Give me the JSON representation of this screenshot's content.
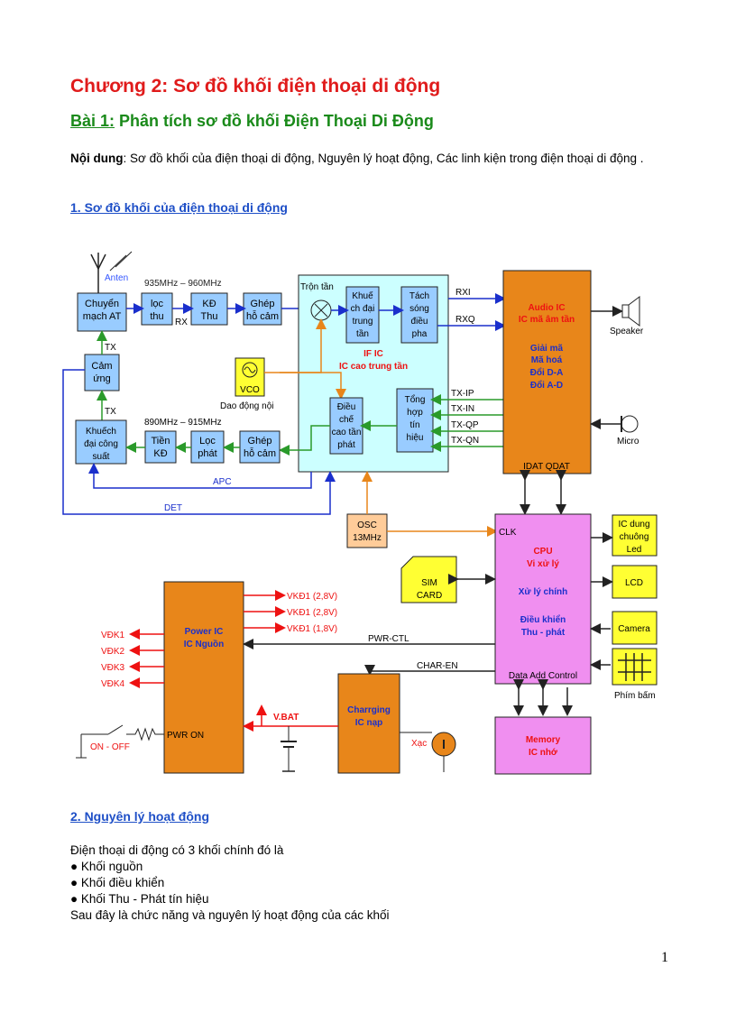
{
  "title": "Chương 2: Sơ đồ khối điện thoại di động",
  "lesson": {
    "prefix": "Bài 1:",
    "text": " Phân tích sơ đồ khối Điện Thoại  Di Động"
  },
  "intro": {
    "label": "Nội dung",
    "text": ": Sơ đồ khối của điện thoại di động, Nguyên lý hoạt động, Các linh kiện trong điện thoại di động ."
  },
  "section1": "1. Sơ đồ khối của điện thoại di động",
  "section2": "2. Nguyên lý hoạt động",
  "body": {
    "p1": "Điện thoại di động có 3 khối chính đó là",
    "bullets": [
      "● Khối nguồn",
      "● Khối điều khiển",
      "● Khối Thu - Phát tín hiệu"
    ],
    "p2": "Sau đây là chức năng và nguyên lý hoạt động của các khối"
  },
  "page_number": "1",
  "diagram": {
    "antenna": "Anten",
    "rx_freq": "935MHz – 960MHz",
    "tx_freq": "890MHz – 915MHz",
    "switch": [
      "Chuyển",
      "mạch AT"
    ],
    "rx_filter": [
      "lọc",
      "thu"
    ],
    "rx_amp": [
      "KĐ",
      "Thu"
    ],
    "rx_coupler": [
      "Ghép",
      "hỗ cảm"
    ],
    "rx": "RX",
    "mixer": "Trộn tần",
    "if_amp": [
      "Khuế",
      "ch đại",
      "trung",
      "tần"
    ],
    "demod": [
      "Tách",
      "sóng",
      "điều",
      "pha"
    ],
    "if_ic": [
      "IF IC",
      "IC cao trung tần"
    ],
    "vco": "VCO",
    "vco_label": "Dao động nội",
    "modulator": [
      "Điều",
      "chế",
      "cao tần",
      "phát"
    ],
    "synth": [
      "Tổng",
      "hợp",
      "tín",
      "hiệu"
    ],
    "sensor": [
      "Cảm",
      "ứng"
    ],
    "tx1": "TX",
    "tx2": "TX",
    "pa": [
      "Khuếch",
      "đại công",
      "suất"
    ],
    "tx_preamp": [
      "Tiền",
      "KĐ"
    ],
    "tx_filter": [
      "Lọc",
      "phát"
    ],
    "tx_coupler": [
      "Ghép",
      "hỗ cảm"
    ],
    "apc": "APC",
    "det": "DET",
    "rxi": "RXI",
    "rxq": "RXQ",
    "txip": "TX-IP",
    "txin": "TX-IN",
    "txqp": "TX-QP",
    "txqn": "TX-QN",
    "audio": [
      "Audio IC",
      "IC mã âm tần",
      "Giải mã",
      "Mã hoá",
      "Đổi D-A",
      "Đổi A-D"
    ],
    "idat_qdat": "IDAT  QDAT",
    "speaker": "Speaker",
    "micro": "Micro",
    "osc": [
      "OSC",
      "13MHz"
    ],
    "clk": "CLK",
    "cpu": [
      "CPU",
      "Vi xử lý",
      "Xử lý chính",
      "Điều khiển",
      "Thu - phát"
    ],
    "cpu_bus": "Data  Add  Control",
    "sim": [
      "SIM",
      "CARD"
    ],
    "ring": [
      "IC dung",
      "chuông",
      "Led"
    ],
    "lcd": "LCD",
    "camera": "Camera",
    "keypad": "Phím bấm",
    "memory": [
      "Memory",
      "IC nhớ"
    ],
    "power": [
      "Power IC",
      "IC Nguồn"
    ],
    "pwr_on": "PWR ON",
    "onoff": "ON - OFF",
    "vkd": [
      "VKĐ1 (2,8V)",
      "VKĐ1 (2,8V)",
      "VKĐ1 (1,8V)"
    ],
    "vdk": [
      "VĐK1",
      "VĐK2",
      "VĐK3",
      "VĐK4"
    ],
    "pwr_ctl": "PWR-CTL",
    "char_en": "CHAR-EN",
    "vbat": "V.BAT",
    "charging": [
      "Charrging",
      "IC nạp"
    ],
    "xac": "Xạc",
    "colors": {
      "blue_box": "#99ccff",
      "if_box": "#ccffff",
      "orange": "#e8861a",
      "pink": "#f08ff0",
      "yellow": "#ffff33",
      "green": "#2a9a2a",
      "red": "#ee1111",
      "accent_blue": "#1a2fcc"
    }
  }
}
